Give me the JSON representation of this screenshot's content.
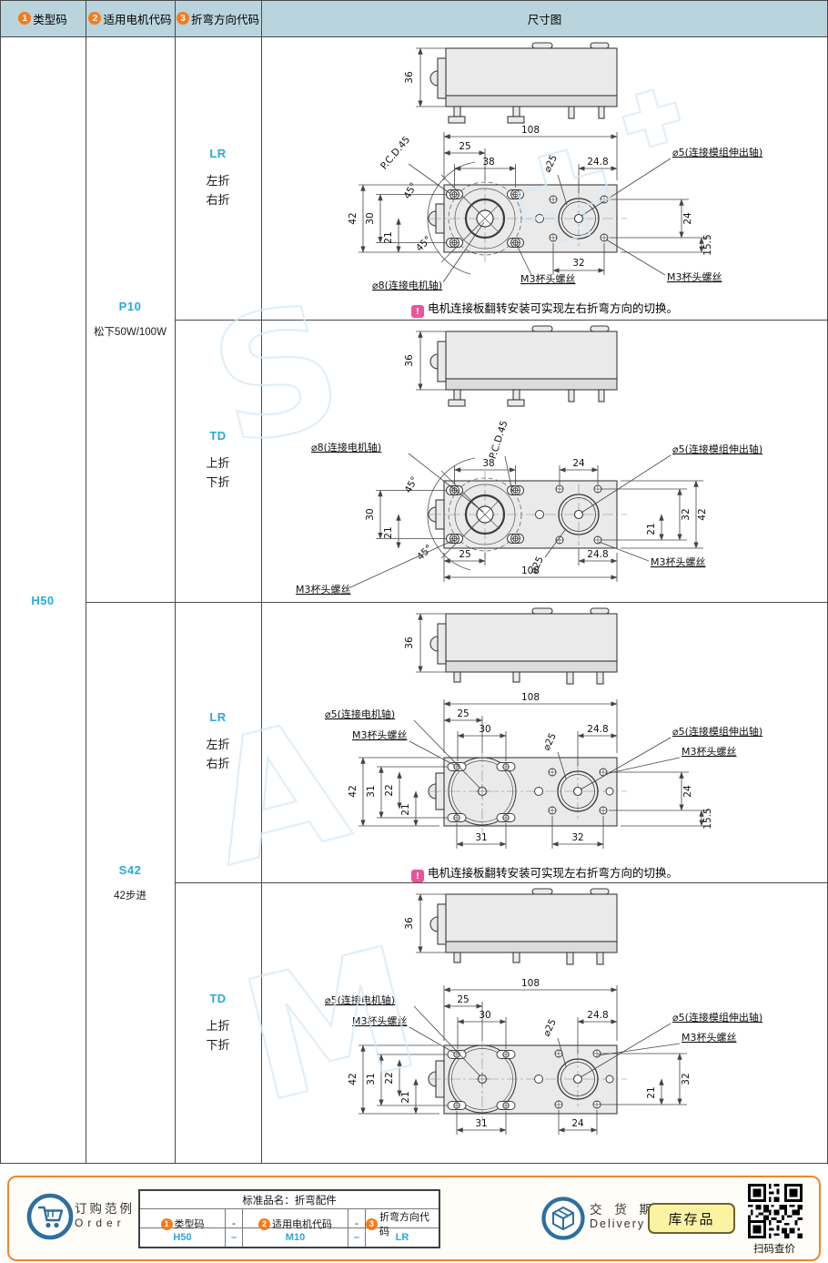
{
  "header": {
    "c1": {
      "num": "1",
      "label": "类型码"
    },
    "c2": {
      "num": "2",
      "label": "适用电机代码"
    },
    "c3": {
      "num": "3",
      "label": "折弯方向代码"
    },
    "c4": "尺寸图"
  },
  "col1": {
    "code": "H50"
  },
  "p10": {
    "code": "P10",
    "desc": "松下50W/100W"
  },
  "s42": {
    "code": "S42",
    "desc": "42步进"
  },
  "dir": {
    "lr": {
      "code": "LR",
      "l1": "左折",
      "l2": "右折"
    },
    "td": {
      "code": "TD",
      "l1": "上折",
      "l2": "下折"
    }
  },
  "note": {
    "mark": "!",
    "text": "电机连接板翻转安装可实现左右折弯方向的切换。"
  },
  "drawings": {
    "d1": {
      "side": "36",
      "top": {
        "w108": "108",
        "w25": "25",
        "w38": "38",
        "w248": "24.8"
      },
      "left": {
        "h42": "42",
        "h30": "30",
        "h21": "21",
        "deg_top": "45°",
        "deg_bot": "45°"
      },
      "right": {
        "h24": "24",
        "h155": "15.5"
      },
      "bottom": {
        "w32": "32"
      },
      "rot": {
        "pcd": "P.C.D.45",
        "phi25": "⌀25"
      },
      "leaders": {
        "motor": "⌀8(连接电机轴)",
        "screw_mid": "M3杯头螺丝",
        "screw_right": "M3杯头螺丝",
        "module": "⌀5(连接模组伸出轴)"
      }
    },
    "d2": {
      "side": "36",
      "top": {
        "w38": "38",
        "w24": "24"
      },
      "left": {
        "h30": "30",
        "h21": "21",
        "deg_top": "45°",
        "deg_bot": "45°"
      },
      "right": {
        "h21": "21",
        "h32": "32",
        "h42": "42"
      },
      "bottom": {
        "w25": "25",
        "w248": "24.8",
        "w108": "108"
      },
      "rot": {
        "pcd": "P.C.D.45",
        "phi25": "⌀25"
      },
      "leaders": {
        "motor": "⌀8(连接电机轴)",
        "module": "⌀5(连接模组伸出轴)",
        "screw_left": "M3杯头螺丝",
        "screw_right": "M3杯头螺丝"
      }
    },
    "d3": {
      "side": "36",
      "top": {
        "w108": "108",
        "w25": "25",
        "w30": "30",
        "w248": "24.8"
      },
      "left": {
        "h42": "42",
        "h31": "31",
        "h22": "22",
        "h21": "21"
      },
      "right": {
        "h24": "24",
        "h155": "15.5"
      },
      "bottom": {
        "w31": "31",
        "w32": "32"
      },
      "rot": {
        "phi25": "⌀25"
      },
      "leaders": {
        "motor": "⌀5(连接电机轴)",
        "screw_left": "M3杯头螺丝",
        "module": "⌀5(连接模组伸出轴)",
        "screw_right": "M3杯头螺丝"
      }
    },
    "d4": {
      "side": "36",
      "top": {
        "w108": "108",
        "w25": "25",
        "w30": "30",
        "w248": "24.8"
      },
      "left": {
        "h42": "42",
        "h31": "31",
        "h22": "22",
        "h21": "21"
      },
      "right": {
        "h32": "32",
        "h21": "21"
      },
      "bottom": {
        "w31": "31",
        "w24": "24"
      },
      "rot": {
        "phi25": "⌀25"
      },
      "leaders": {
        "motor": "⌀5(连接电机轴)",
        "screw_left": "M3杯头螺丝",
        "module": "⌀5(连接模组伸出轴)",
        "screw_right": "M3杯头螺丝"
      }
    }
  },
  "footer": {
    "order": {
      "cn": "订购范例",
      "en": "Order"
    },
    "table": {
      "title": "标准品名：折弯配件",
      "h1num": "1",
      "h1": "类型码",
      "h2num": "2",
      "h2": "适用电机代码",
      "h3num": "3",
      "h3": "折弯方向代码",
      "dash": "-",
      "v1": "H50",
      "vdash": "–",
      "v2": "M10",
      "v3": "LR"
    },
    "delivery": {
      "cn": "交 货 期",
      "en": "Delivery"
    },
    "badge": "库存品",
    "qr_caption": "扫码查价"
  },
  "watermark": {
    "l1": "S",
    "l2": "A",
    "l3": "M"
  },
  "colors": {
    "accent_blue": "#2ba7dd",
    "orange": "#f47b1d",
    "header_bg": "#b9d4dd",
    "note_pink": "#e9549b",
    "panel_border": "#f0852e",
    "badge_bg": "#fcf3a2",
    "icon_blue": "#2e6f9e"
  }
}
